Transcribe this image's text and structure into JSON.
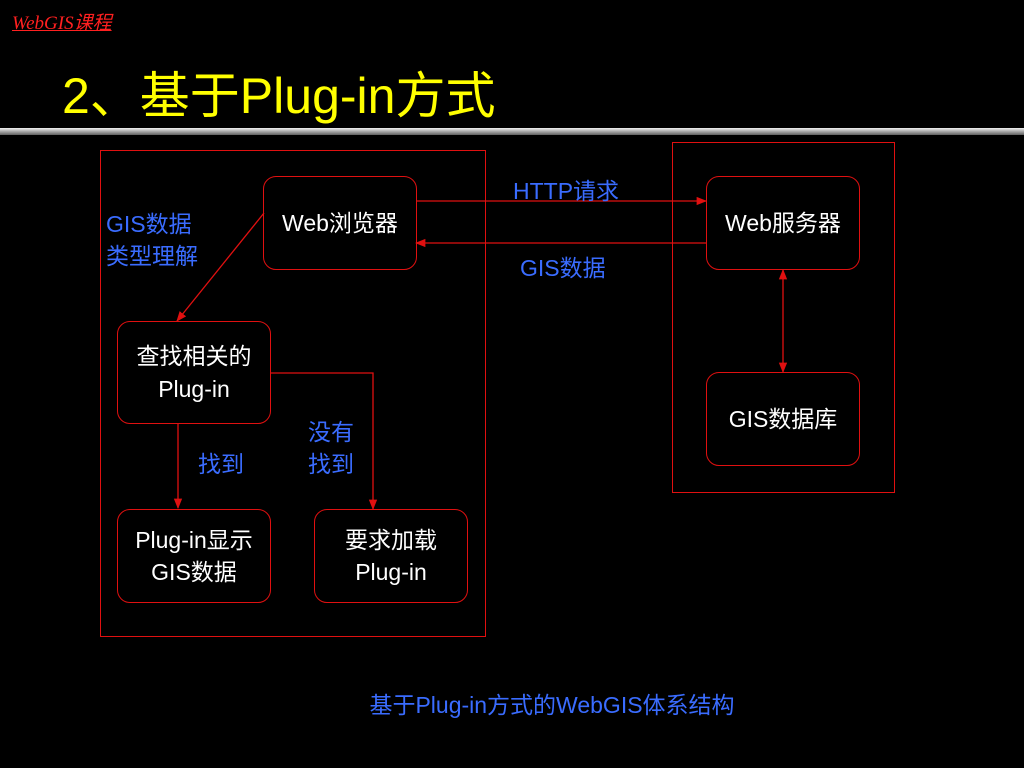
{
  "header": {
    "course": "WebGIS课程",
    "title": "2、基于Plug-in方式"
  },
  "client": {
    "browser": "Web浏览器",
    "find_plugin": [
      "查找相关的",
      "Plug-in"
    ],
    "display": [
      "Plug-in显示",
      "GIS数据"
    ],
    "request_load": [
      "要求加载",
      "Plug-in"
    ]
  },
  "server": {
    "web_server": "Web服务器",
    "database": "GIS数据库"
  },
  "labels": {
    "gis_type": [
      "GIS数据",
      "类型理解"
    ],
    "http_request": "HTTP请求",
    "gis_data": "GIS数据",
    "found": "找到",
    "not_found": [
      "没有",
      "找到"
    ]
  },
  "caption": "基于Plug-in方式的WebGIS体系结构",
  "colors": {
    "background": "#000000",
    "title": "#ffff00",
    "course": "#ff2020",
    "border": "#e01010",
    "label": "#3a6cff",
    "node_text": "#ffffff"
  }
}
